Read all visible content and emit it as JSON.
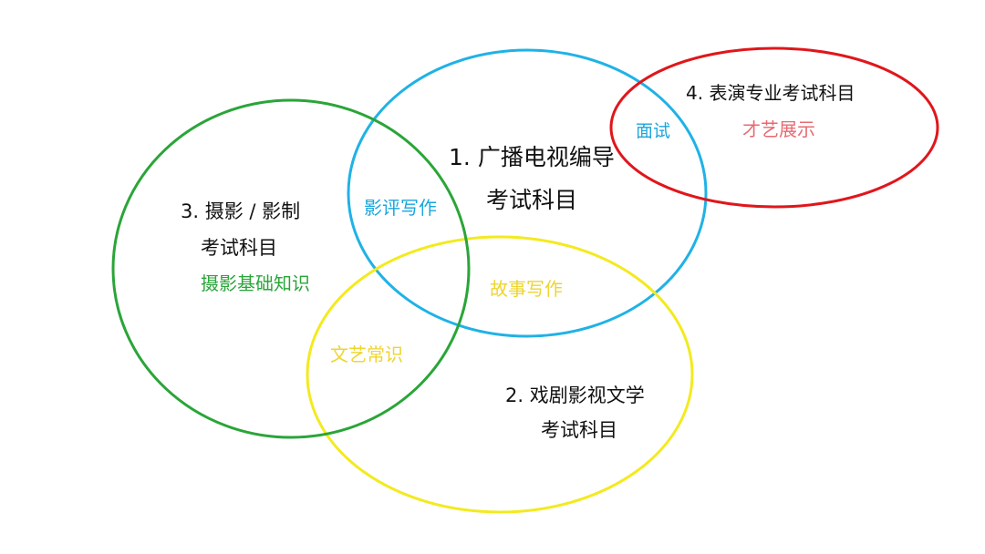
{
  "colors": {
    "blue": "#1fb2e6",
    "yellow": "#f3ea1f",
    "green": "#2aa538",
    "red": "#e0161b",
    "black": "#111111",
    "overlap_blue": "#1aa6dc",
    "overlap_yellow": "#eed52f",
    "overlap_green": "#2aa53a",
    "overlap_pink": "#e86a72"
  },
  "circles": {
    "broadcast": {
      "number": "1.",
      "title_line1": "广播电视编导",
      "title_line2": "考试科目"
    },
    "drama": {
      "number": "2.",
      "title_line1": "戏剧影视文学",
      "title_line2": "考试科目"
    },
    "photography": {
      "number": "3.",
      "title_line1": "摄影 / 影制",
      "title_line2": "考试科目",
      "subject": "摄影基础知识"
    },
    "performance": {
      "number": "4.",
      "title_line1": "表演专业考试科目",
      "subject": "才艺展示"
    }
  },
  "overlaps": {
    "film_review": "影评写作",
    "story_writing": "故事写作",
    "art_knowledge": "文艺常识",
    "interview": "面试"
  }
}
